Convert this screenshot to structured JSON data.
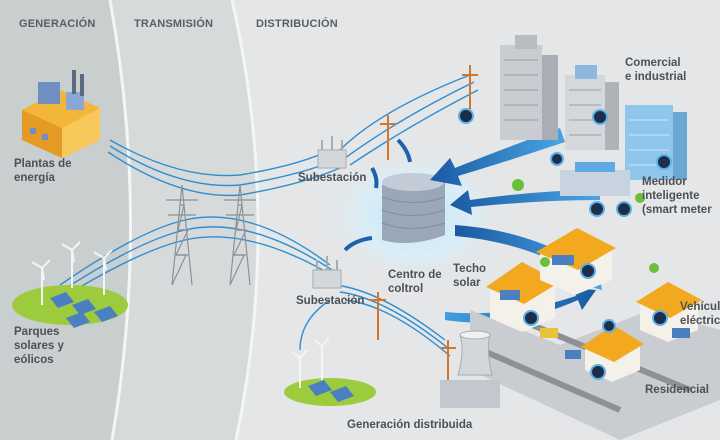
{
  "zones": {
    "generation": "GENERACIÓN",
    "transmission": "TRANSMISIÓN",
    "distribution": "DISTRIBUCIÓN"
  },
  "labels": {
    "power_plants": "Plantas de\nenergía",
    "solar_wind_parks": "Parques\nsolares y\neólicos",
    "substation_top": "Subestación",
    "substation_bottom": "Subestación",
    "control_center": "Centro de\ncoltrol",
    "rooftop_solar": "Techo\nsolar",
    "commercial_industrial": "Comercial\ne industrial",
    "smart_meter": "Medidor\ninteligente\n(smart meter",
    "electric_vehicle": "Vehícul\neléctric",
    "residential": "Residencial",
    "distributed_generation": "Generación distribuida"
  },
  "colors": {
    "background": "#e4e6e7",
    "generation_band": "#c9cecf",
    "transmission_band": "#d6dadb",
    "power_line": "#2f8ed0",
    "flow_arrow": "#1b63ad",
    "label_text": "#4a4d52"
  }
}
